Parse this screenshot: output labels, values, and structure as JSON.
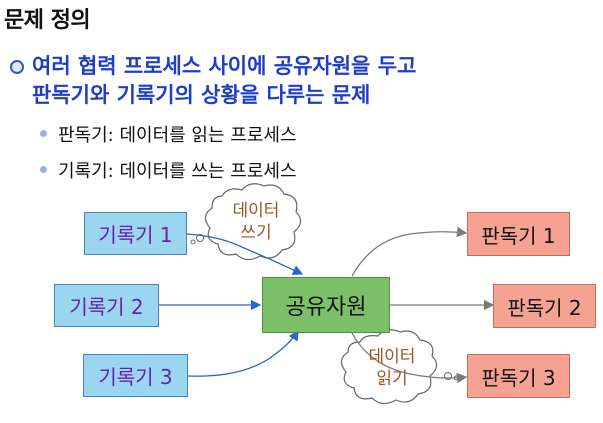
{
  "title": "문제 정의",
  "main_bullet": "여러 협력 프로세스 사이에 공유자원을 두고\n판독기와 기록기의 상황을 다루는 문제",
  "sub_bullets": [
    "판독기: 데이터를 읽는 프로세스",
    "기록기: 데이터를 쓰는 프로세스"
  ],
  "diagram": {
    "writers": [
      "기록기 1",
      "기록기 2",
      "기록기 3"
    ],
    "shared_resource": "공유자원",
    "readers": [
      "판독기 1",
      "판독기 2",
      "판독기 3"
    ],
    "write_cloud": "데이터\n쓰기",
    "read_cloud": "데이터\n읽기"
  },
  "colors": {
    "heading_blue": "#1f3ec8",
    "writer_fill": "#9ad6ef",
    "writer_text": "#6a1fa8",
    "shared_fill": "#7cc16a",
    "reader_fill": "#f5a292",
    "cloud_text": "#a15526",
    "writer_arrow": "#2a66cc",
    "reader_arrow": "#7a7a7a"
  }
}
